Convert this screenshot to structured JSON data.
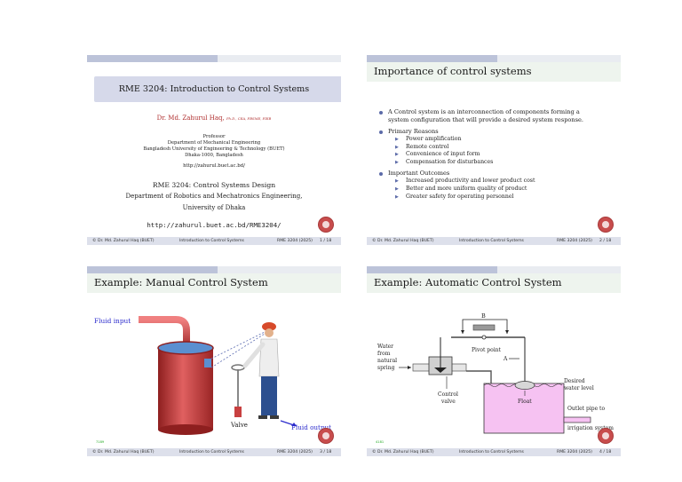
{
  "footer": {
    "author": "© Dr. Md. Zahurul Haq (BUET)",
    "course": "Introduction to Control Systems",
    "code": "RME 3204 (2025)"
  },
  "slide1": {
    "title": "RME 3204: Introduction to Control Systems",
    "presenter": "Dr. Md. Zahurul Haq,",
    "credentials": "Ph.D., CEA, FBSME, FIEB",
    "role": "Professor",
    "dept": "Department of Mechanical Engineering",
    "univ": "Bangladesh University of Engineering & Technology (BUET)",
    "city": "Dhaka-1000, Bangladesh",
    "site": "http://zahurul.buet.ac.bd/",
    "course_line": "RME 3204: Control Systems Design",
    "dept2": "Department of Robotics and Mechatronics Engineering,",
    "univ2": "University of Dhaka",
    "course_url": "http://zahurul.buet.ac.bd/RME3204/",
    "page": "1 / 18"
  },
  "slide2": {
    "title": "Importance of control systems",
    "b1_line1": "A Control system is an interconnection of components forming a",
    "b1_line2": "system configuration that will provide a desired system response.",
    "b2": "Primary Reasons",
    "b2_items": [
      "Power amplification",
      "Remote control",
      "Convenience of input form",
      "Compensation for disturbances"
    ],
    "b3": "Important Outcomes",
    "b3_items": [
      "Increased productivity and lower product cost",
      "Better and more uniform quality of product",
      "Greater safety for operating personnel"
    ],
    "page": "2 / 18"
  },
  "slide3": {
    "title": "Example: Manual Control System",
    "fluid_input": "Fluid input",
    "valve": "Valve",
    "fluid_output": "Fluid output",
    "nav": "7189",
    "page": "3 / 18"
  },
  "slide4": {
    "title": "Example: Automatic Control System",
    "label_b": "B",
    "label_a": "A",
    "water_line1": "Water",
    "water_line2": "from",
    "water_line3": "natural",
    "water_line4": "spring",
    "pivot": "Pivot point",
    "control_line1": "Control",
    "control_line2": "valve",
    "float": "Float",
    "desired_line1": "Desired",
    "desired_line2": "water level",
    "outlet_line1": "Outlet pipe to",
    "outlet_line2": "irrigation system",
    "nav": "4181",
    "page": "4 / 18"
  }
}
